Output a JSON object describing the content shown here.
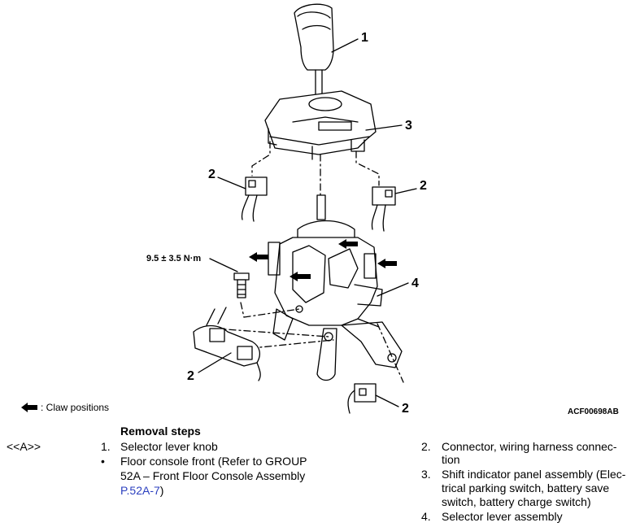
{
  "figure": {
    "callouts": [
      "1",
      "2",
      "2",
      "2",
      "2",
      "3",
      "4"
    ],
    "torque_label": "9.5 ± 3.5 N·m",
    "legend_text": ": Claw positions",
    "figure_id": "ACF00698AB",
    "icons": [
      "arrow-left-icon"
    ]
  },
  "procedure": {
    "tag": "<<A>>",
    "heading": "Removal steps",
    "left_steps": [
      {
        "marker": "1.",
        "text": "Selector lever knob"
      },
      {
        "marker": "•",
        "text_lines": [
          "Floor console front (Refer to GROUP",
          "52A – Front Floor Console Assembly"
        ],
        "link": "P.52A-7",
        "link_suffix": ")"
      }
    ],
    "right_steps": [
      {
        "marker": "2.",
        "lines": [
          "Connector, wiring harness connec-",
          "tion"
        ]
      },
      {
        "marker": "3.",
        "lines": [
          "Shift indicator panel assembly (Elec-",
          "trical parking switch, battery save",
          "switch, battery charge switch)"
        ]
      },
      {
        "marker": "4.",
        "lines": [
          "Selector lever assembly"
        ]
      }
    ]
  }
}
